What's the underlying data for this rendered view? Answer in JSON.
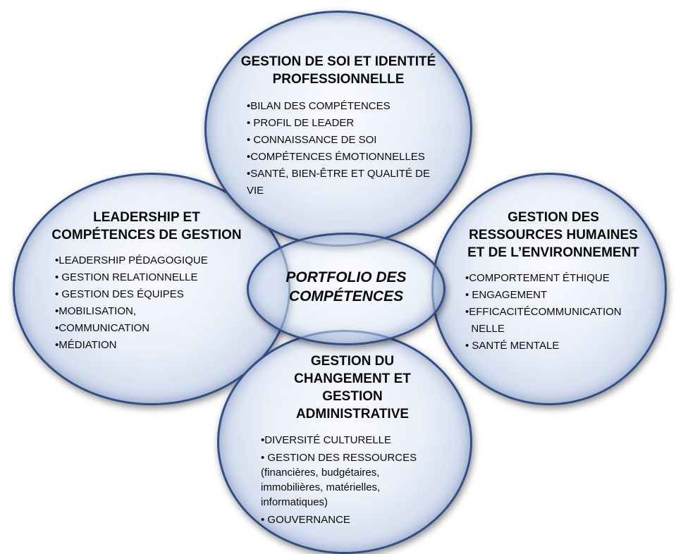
{
  "center": {
    "title": "PORTFOLIO  DES COMPÉTENCES"
  },
  "top": {
    "title": "GESTION DE SOI ET IDENTITÉ PROFESSIONNELLE",
    "items": [
      "•BILAN DES COMPÉTENCES",
      "• PROFIL DE LEADER",
      "• CONNAISSANCE DE SOI",
      "•COMPÉTENCES ÉMOTIONNELLES",
      "•SANTÉ, BIEN-ÊTRE ET QUALITÉ DE VIE"
    ]
  },
  "left": {
    "title": "LEADERSHIP ET COMPÉTENCES DE GESTION",
    "items": [
      "•LEADERSHIP PÉDAGOGIQUE",
      "• GESTION RELATIONNELLE",
      "• GESTION DES ÉQUIPES",
      "•MOBILISATION,",
      "•COMMUNICATION",
      "•MÉDIATION"
    ]
  },
  "right": {
    "title": "GESTION DES RESSOURCES HUMAINES ET DE L’ENVIRONNEMENT",
    "items": [
      "•COMPORTEMENT ÉTHIQUE",
      "• ENGAGEMENT",
      "•EFFICACITÉCOMMUNICATION\n  NELLE",
      "• SANTÉ MENTALE"
    ]
  },
  "bottom": {
    "title": "GESTION DU CHANGEMENT ET GESTION ADMINISTRATIVE",
    "items": [
      "•DIVERSITÉ CULTURELLE",
      "• GESTION DES RESSOURCES\n(financières, budgétaires,\nimmobilières, matérielles,\ninformatiques)",
      "• GOUVERNANCE"
    ]
  }
}
